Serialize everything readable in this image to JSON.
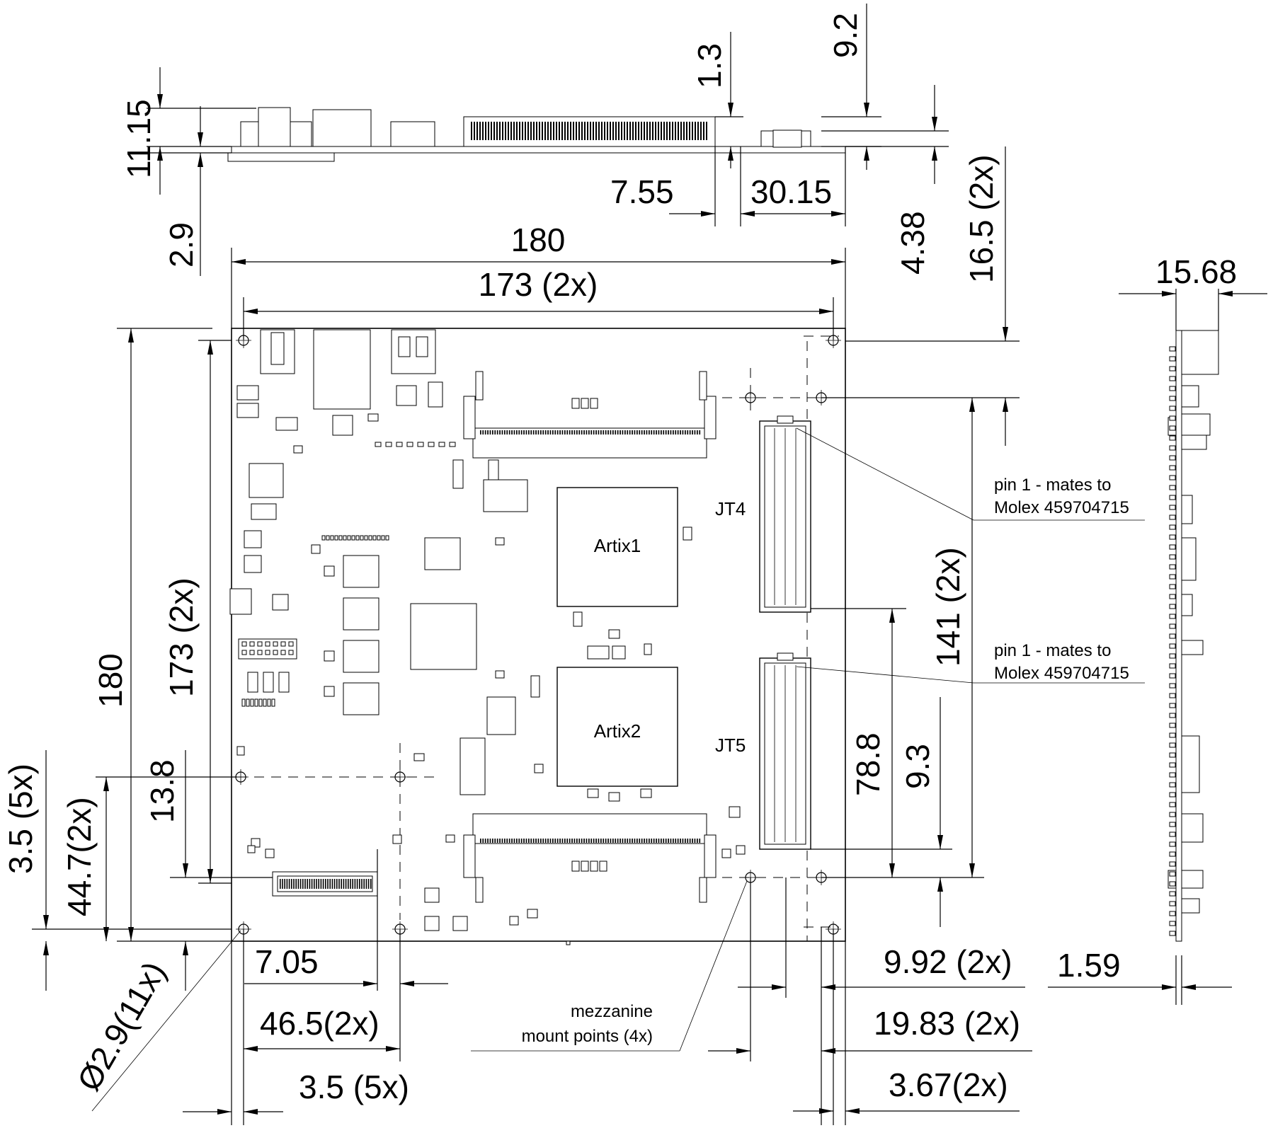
{
  "dimensions": {
    "top_view": {
      "height_11_15": "11.15",
      "height_2_9": "2.9",
      "height_1_3": "1.3",
      "height_9_2": "9.2",
      "width_7_55": "7.55",
      "width_30_15": "30.15",
      "height_4_38": "4.38",
      "height_16_5": "16.5 (2x)"
    },
    "overall_width": "180",
    "hole_span_width": "173 (2x)",
    "overall_height": "180",
    "hole_span_height": "173 (2x)",
    "edge_3_5_vertical": "3.5 (5x)",
    "hole_44_7": "44.7(2x)",
    "connector_13_8": "13.8",
    "mezz_141": "141 (2x)",
    "mezz_78_8": "78.8",
    "mezz_9_3": "9.3",
    "bottom_7_05": "7.05",
    "bottom_46_5": "46.5(2x)",
    "bottom_3_5": "3.5 (5x)",
    "hole_diameter": "Ø2.9(11x)",
    "mezz_9_92": "9.92 (2x)",
    "mezz_19_83": "19.83 (2x)",
    "mezz_3_67": "3.67(2x)",
    "side_15_68": "15.68",
    "side_1_59": "1.59"
  },
  "labels": {
    "chip_1": "Artix1",
    "chip_2": "Artix2",
    "connector_1": "JT4",
    "connector_2": "JT5"
  },
  "notes": {
    "pin1_jt4_line1": "pin 1 - mates to",
    "pin1_jt4_line2": "Molex 459704715",
    "pin1_jt5_line1": "pin 1 - mates to",
    "pin1_jt5_line2": "Molex 459704715",
    "mezzanine_line1": "mezzanine",
    "mezzanine_line2": "mount points (4x)"
  }
}
